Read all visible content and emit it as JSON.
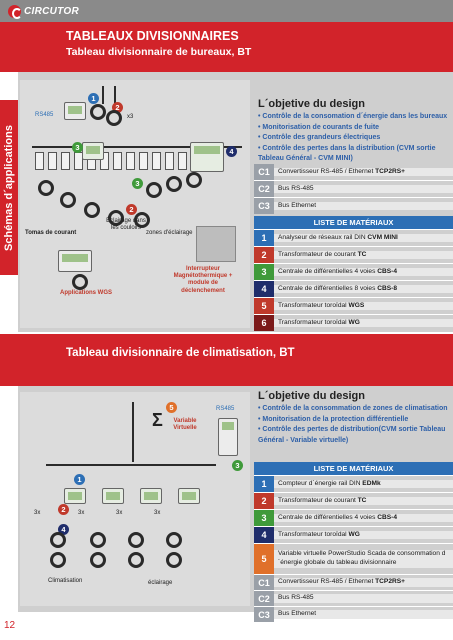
{
  "brand": {
    "logo_text": "CIRCUTOR"
  },
  "side_tab": {
    "label": "Schémas d´applications"
  },
  "page_number": "12",
  "section1": {
    "title": "TABLEAUX DIVISIONNAIRES",
    "subtitle": "Tableau divisionnaire de bureaux, BT",
    "diagram": {
      "label_rs485": "RS485",
      "label_x3": "x3",
      "label_tomas": "Tomas de courant",
      "label_eclairage_dans": "Éclairage dans les couloirs",
      "label_zones": "zones d'éclairage",
      "label_interrupteur": "Interrupteur Magnétothermique + module de déclenchement",
      "label_applications": "Applications WGS"
    },
    "objective": {
      "title": "L´objetive du design",
      "items": [
        "• Contrôle de la consomation d´énergie dans les bureaux",
        "• Monitorisation de courants de fuite",
        "• Contrôle des grandeurs électriques",
        "• Contrôle des pertes dans la distribution (CVM sortie Tableau Général - CVM MINI)"
      ]
    },
    "comms": [
      {
        "id": "C1",
        "text": "Convertisseur RS-485 / Ethernet ",
        "bold": "TCP2RS+"
      },
      {
        "id": "C2",
        "text": "Bus RS-485",
        "bold": ""
      },
      {
        "id": "C3",
        "text": "Bus Ethernet",
        "bold": ""
      }
    ],
    "materials_title": "LISTE DE MATÉRIAUX",
    "materials": [
      {
        "id": "1",
        "text": "Analyseur de réseaux rail DIN ",
        "bold": "CVM MINI",
        "color": "#2d6fb5"
      },
      {
        "id": "2",
        "text": "Transformateur de courant ",
        "bold": "TC",
        "color": "#c0392b"
      },
      {
        "id": "3",
        "text": "Centrale de différentielles  4 voies ",
        "bold": "CBS-4",
        "color": "#3f9a3a"
      },
      {
        "id": "4",
        "text": "Centrale de différentielles  8 voies ",
        "bold": "CBS-8",
        "color": "#1f2d6b"
      },
      {
        "id": "5",
        "text": "Transformateur toroïdal ",
        "bold": "WGS",
        "color": "#c0392b"
      },
      {
        "id": "6",
        "text": "Transformateur toroïdal ",
        "bold": "WG",
        "color": "#7b1a1a"
      }
    ]
  },
  "section2": {
    "title": "Tableau divisionnaire de climatisation, BT",
    "diagram": {
      "label_rs485": "RS485",
      "label_sigma": "Σ",
      "label_variable": "Variable Virtuelle",
      "label_x3a": "3x",
      "label_x3b": "3x",
      "label_x3c": "3x",
      "label_x3d": "3x",
      "label_climatisation": "Climatisation",
      "label_eclairage": "éclairage"
    },
    "objective": {
      "title": "L´objetive du design",
      "items": [
        "• Contrôle de la consommation de zones de climatisation",
        "• Monitorisation de la protection différentielle",
        "• Contrôle des pertes de distribution(CVM sortie Tableau Général - Variable virtuelle)"
      ]
    },
    "materials_title": "LISTE DE MATÉRIAUX",
    "materials": [
      {
        "id": "1",
        "text": "Compteur d´énergie rail DIN ",
        "bold": "EDMk",
        "color": "#2d6fb5"
      },
      {
        "id": "2",
        "text": "Transformateur de courant ",
        "bold": "TC",
        "color": "#c0392b"
      },
      {
        "id": "3",
        "text": "Centrale de différentielles  4 voies ",
        "bold": "CBS-4",
        "color": "#3f9a3a"
      },
      {
        "id": "4",
        "text": "Transformateur toroïdal ",
        "bold": "WG",
        "color": "#1f2d6b"
      },
      {
        "id": "5",
        "text": "Variable virtuelle PowerStudio Scada de consommation d´énergie globale du tableau divisionnaire",
        "bold": "",
        "color": "#e0702a"
      }
    ],
    "comms": [
      {
        "id": "C1",
        "text": "Convertisseur RS-485 / Ethernet ",
        "bold": "TCP2RS+"
      },
      {
        "id": "C2",
        "text": "Bus RS-485",
        "bold": ""
      },
      {
        "id": "C3",
        "text": "Bus Ethernet",
        "bold": ""
      }
    ]
  }
}
